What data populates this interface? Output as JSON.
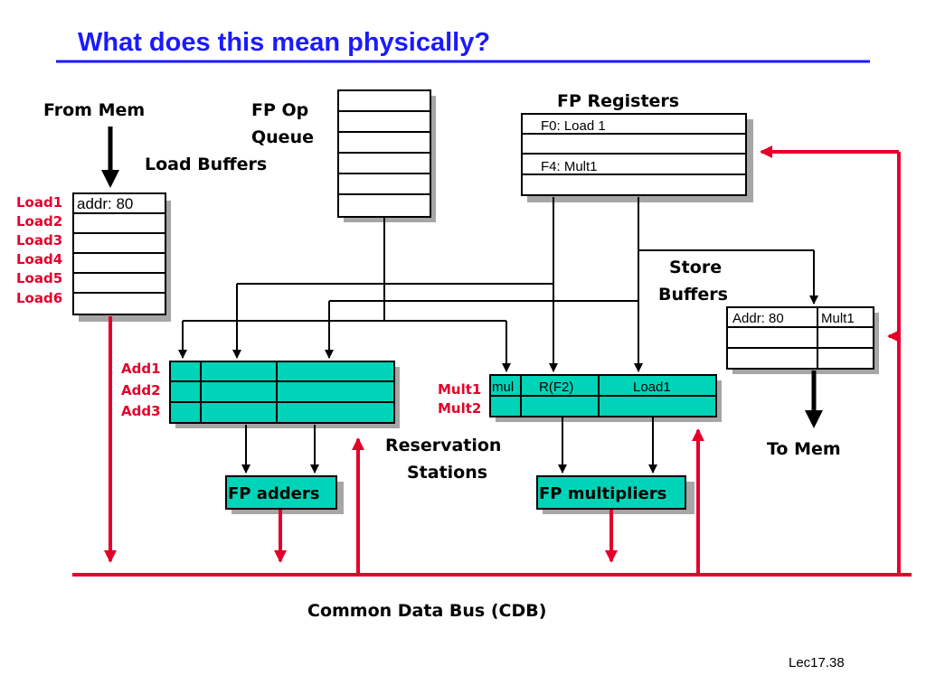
{
  "slide": {
    "title": "What does this mean physically?",
    "footer": "Lec17.38"
  },
  "labels": {
    "from_mem": "From Mem",
    "fp_op": "FP Op",
    "queue": "Queue",
    "load_buffers": "Load Buffers",
    "fp_registers": "FP Registers",
    "store": "Store",
    "buffers": "Buffers",
    "to_mem": "To Mem",
    "reservation": "Reservation",
    "stations": "Stations",
    "cdb": "Common Data Bus (CDB)"
  },
  "load_buffers": {
    "rows": [
      "Load1",
      "Load2",
      "Load3",
      "Load4",
      "Load5",
      "Load6"
    ],
    "load1_value": "addr: 80"
  },
  "fp_registers": {
    "f0": "F0: Load 1",
    "f4": "F4: Mult1"
  },
  "store_buffers": {
    "addr": "Addr: 80",
    "value": "Mult1"
  },
  "add_stations": [
    "Add1",
    "Add2",
    "Add3"
  ],
  "mult_stations": {
    "names": [
      "Mult1",
      "Mult2"
    ],
    "mult1_op": "mul",
    "mult1_v1": "R(F2)",
    "mult1_v2": "Load1"
  },
  "units": {
    "adders": "FP adders",
    "multipliers": "FP multipliers"
  },
  "colors": {
    "title": "#1a1aff",
    "bus": "#e4002b",
    "station_fill": "#00d4b8"
  }
}
